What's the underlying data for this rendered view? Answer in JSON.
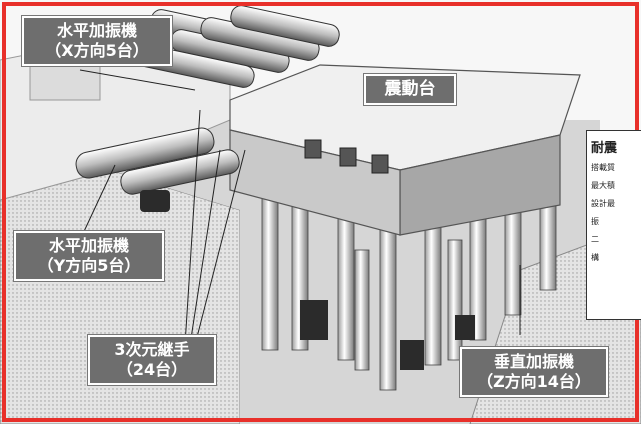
{
  "callouts": {
    "x_shakers": {
      "line1": "水平加振機",
      "line2": "（X方向5台）"
    },
    "y_shakers": {
      "line1": "水平加振機",
      "line2": "（Y方向5台）"
    },
    "joints": {
      "line1": "3次元継手",
      "line2": "（24台）"
    },
    "z_shakers": {
      "line1": "垂直加振機",
      "line2": "（Z方向14台）"
    }
  },
  "table_label": "震動台",
  "specs_panel": {
    "title": "耐震",
    "rows": [
      "搭載質",
      "最大積",
      "設計最",
      "振",
      "二",
      "構"
    ]
  },
  "colors": {
    "border": "#e8302a",
    "callout_bg": "#6e6e6e",
    "ground": "#d9d9d9",
    "platform_top": "#f2f2f2"
  }
}
